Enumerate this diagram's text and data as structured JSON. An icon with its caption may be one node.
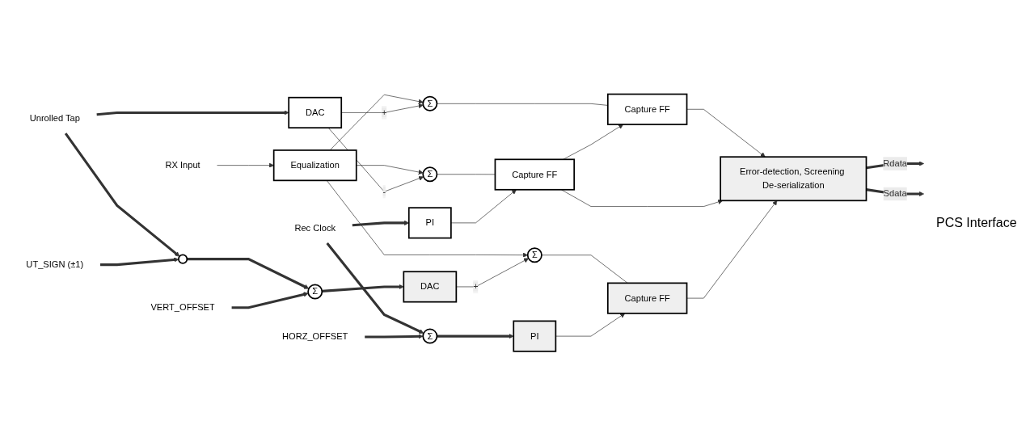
{
  "diagram": {
    "nodes": [
      {
        "text": [
          "RX Input"
        ]
      },
      {
        "text": [
          "Equalization"
        ]
      },
      {
        "text": [
          "Σ"
        ]
      },
      {
        "text": [
          "Capture FF"
        ]
      },
      {
        "text": [
          "Σ"
        ]
      },
      {
        "text": [
          "Capture FF"
        ]
      },
      {
        "text": [
          "Error-detection, Screening De-serialization"
        ]
      },
      {
        "text": [
          "Unrolled Tap"
        ]
      },
      {
        "text": [
          "DAC"
        ]
      },
      {
        "text": [
          "UT_SIGN  (±1)"
        ]
      },
      {
        "text": [],
        "shape": "circle"
      },
      {
        "text": [
          "Σ"
        ]
      },
      {
        "text": [
          "Capture FF"
        ]
      },
      {
        "text": [
          "Σ"
        ]
      },
      {
        "text": [
          "DAC"
        ]
      },
      {
        "text": [
          "VERT_OFFSET"
        ]
      },
      {
        "text": [
          "PI"
        ]
      },
      {
        "text": [
          "PI"
        ]
      },
      {
        "text": [
          "Rec Clock"
        ]
      },
      {
        "text": [
          "Σ"
        ]
      },
      {
        "text": [
          "HORZ_OFFSET"
        ]
      }
    ],
    "edges": [
      {
        "from": 0,
        "to": 1,
        "arrow": "to"
      },
      {
        "from": 1,
        "to": 2,
        "arrow": "to"
      },
      {
        "from": 1,
        "to": 4,
        "arrow": "to"
      },
      {
        "from": 1,
        "to": 11,
        "arrow": "to"
      },
      {
        "from": 2,
        "to": 3,
        "arrow": "none"
      },
      {
        "from": 4,
        "to": 5,
        "arrow": "none"
      },
      {
        "from": 11,
        "to": 12,
        "arrow": "none"
      },
      {
        "from": 5,
        "to": 3,
        "arrow": "to"
      },
      {
        "from": 3,
        "to": 6,
        "arrow": "to"
      },
      {
        "from": 5,
        "to": 6,
        "arrow": "to"
      },
      {
        "from": 12,
        "to": 6,
        "arrow": "to"
      },
      {
        "from": 6,
        "to": null,
        "arrow": "to",
        "label": "Rdata",
        "style": "thick"
      },
      {
        "from": 6,
        "to": null,
        "arrow": "to",
        "label": "Sdata",
        "style": "thick"
      },
      {
        "from": 7,
        "to": 8,
        "arrow": "to",
        "style": "thick"
      },
      {
        "from": 7,
        "to": 10,
        "arrow": "to",
        "style": "thick"
      },
      {
        "from": 8,
        "to": 2,
        "arrow": "to",
        "label": "+"
      },
      {
        "from": 8,
        "to": 4,
        "arrow": "to",
        "label": "-"
      },
      {
        "from": 9,
        "to": 10,
        "arrow": "to",
        "style": "thick"
      },
      {
        "from": 10,
        "to": 13,
        "arrow": "to",
        "style": "thick"
      },
      {
        "from": 15,
        "to": 13,
        "arrow": "to",
        "style": "thick"
      },
      {
        "from": 13,
        "to": 14,
        "arrow": "to",
        "style": "thick"
      },
      {
        "from": 14,
        "to": 11,
        "arrow": "to",
        "label": "+"
      },
      {
        "from": 16,
        "to": 5,
        "arrow": "to"
      },
      {
        "from": 17,
        "to": 12,
        "arrow": "to"
      },
      {
        "from": 18,
        "to": 16,
        "arrow": "to",
        "style": "thick"
      },
      {
        "from": 18,
        "to": 19,
        "arrow": "to",
        "style": "thick"
      },
      {
        "from": 20,
        "to": 19,
        "arrow": "to",
        "style": "thick"
      },
      {
        "from": 19,
        "to": 17,
        "arrow": "to",
        "style": "thick"
      }
    ],
    "labels": [
      "PCS Interface"
    ]
  }
}
